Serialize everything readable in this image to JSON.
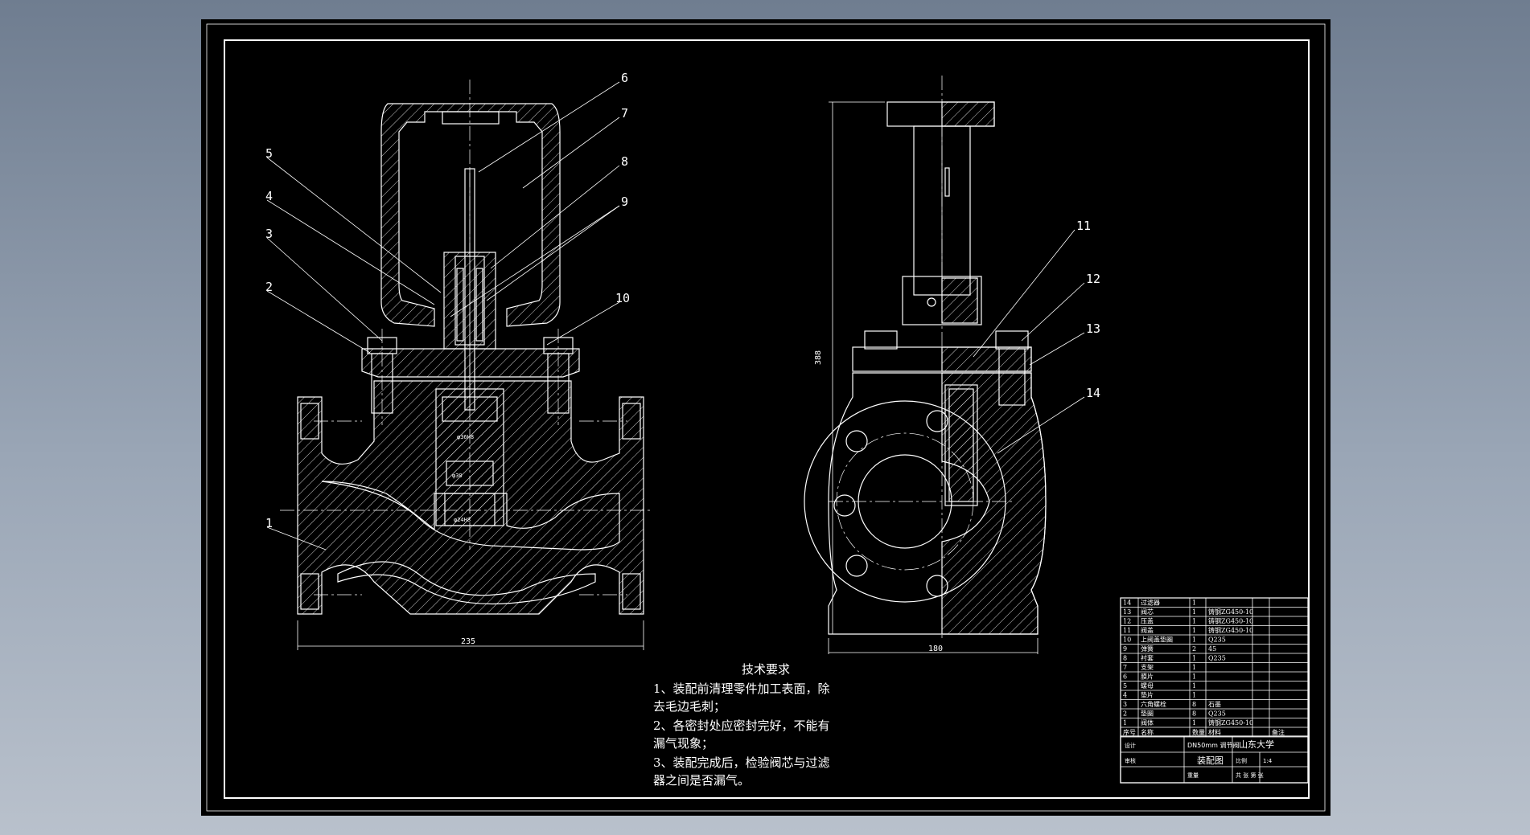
{
  "drawing": {
    "left_view_labels": [
      "1",
      "2",
      "3",
      "4",
      "5",
      "6",
      "7",
      "8",
      "9",
      "10"
    ],
    "right_view_labels": [
      "11",
      "12",
      "13",
      "14"
    ],
    "dim_left_width": "235",
    "dim_right_width": "180",
    "dim_height": "388",
    "small_dims": [
      "φ36H8",
      "φ30",
      "φ24H8"
    ]
  },
  "tech_req": {
    "title": "技术要求",
    "lines": [
      "1、装配前清理零件加工表面，除",
      "去毛边毛刺；",
      "2、各密封处应密封完好，不能有",
      "漏气现象；",
      "3、装配完成后，检验阀芯与过滤",
      "器之间是否漏气。"
    ]
  },
  "bom": {
    "rows": [
      [
        "14",
        "过滤器",
        "1",
        "",
        ""
      ],
      [
        "13",
        "阀芯",
        "1",
        "铸钢ZG450-10",
        ""
      ],
      [
        "12",
        "压盖",
        "1",
        "铸钢ZG450-10",
        ""
      ],
      [
        "11",
        "阀盖",
        "1",
        "铸钢ZG450-10",
        ""
      ],
      [
        "10",
        "上阀盖垫圈",
        "1",
        "Q235",
        ""
      ],
      [
        "9",
        "弹簧",
        "2",
        "45",
        ""
      ],
      [
        "8",
        "衬套",
        "1",
        "Q235",
        ""
      ],
      [
        "7",
        "支架",
        "1",
        "",
        ""
      ],
      [
        "6",
        "膜片",
        "1",
        "",
        ""
      ],
      [
        "5",
        "螺母",
        "1",
        "",
        ""
      ],
      [
        "4",
        "垫片",
        "1",
        "",
        ""
      ],
      [
        "3",
        "六角螺栓",
        "8",
        "石墨",
        ""
      ],
      [
        "2",
        "垫圈",
        "8",
        "Q235",
        ""
      ],
      [
        "1",
        "阀体",
        "1",
        "铸钢ZG450-10",
        ""
      ]
    ],
    "header": [
      "序号",
      "名称",
      "数量",
      "材料",
      "备注"
    ]
  },
  "title_block": {
    "product": "DN50mm 调节阀",
    "drawing_name": "装配图",
    "school": "山东大学",
    "scale_label": "比例",
    "scale": "1:4",
    "sheet_label": "共 张 第 张",
    "design_label": "设计",
    "check_label": "审核",
    "weight_label": "重量"
  }
}
